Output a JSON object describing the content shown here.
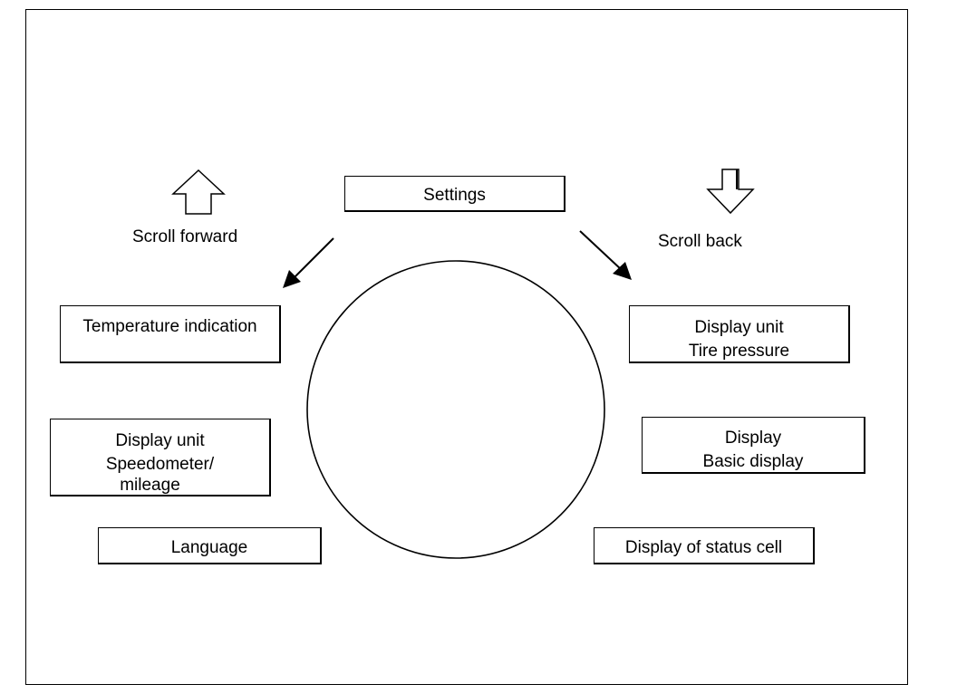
{
  "center": {
    "label": "Settings"
  },
  "directions": {
    "forward": {
      "label": "Scroll forward",
      "icon": "up-arrow-icon"
    },
    "back": {
      "label": "Scroll back",
      "icon": "down-arrow-icon"
    }
  },
  "menu_items": {
    "temperature": {
      "line1": "Temperature indication"
    },
    "speedometer": {
      "line1": "Display unit",
      "line2": "Speedometer/",
      "line3": "mileage"
    },
    "language": {
      "line1": "Language"
    },
    "tire_pressure": {
      "line1": "Display unit",
      "line2": "Tire pressure"
    },
    "basic_display": {
      "line1": "Display",
      "line2": "Basic display"
    },
    "status_cell": {
      "line1": "Display of status cell"
    }
  }
}
